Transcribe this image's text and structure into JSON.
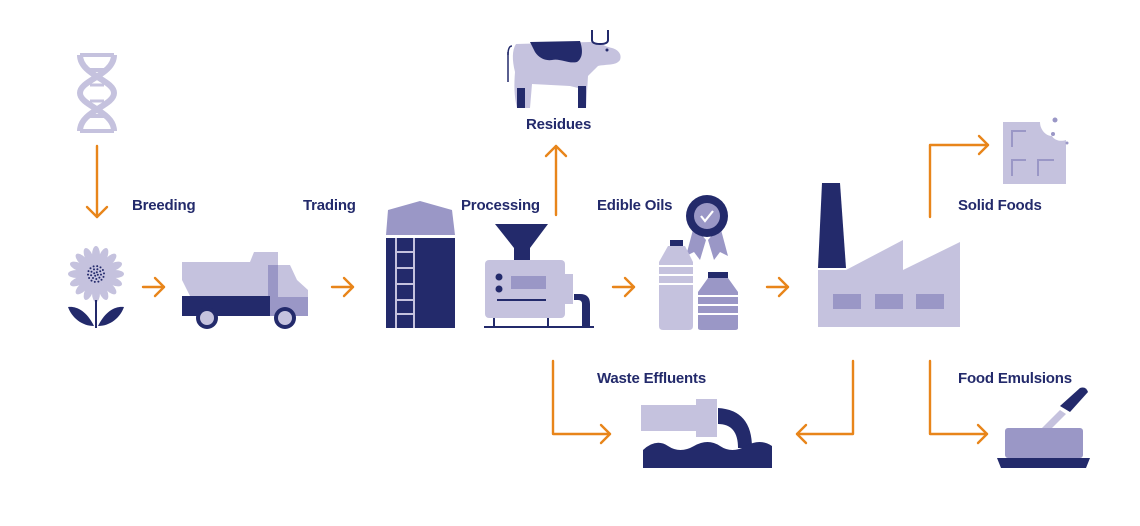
{
  "title": "Sunflower oil value chain",
  "colors": {
    "navy": "#232a6b",
    "lavender": "#c5c2de",
    "mid": "#9a97c6",
    "arrow": "#e8851a"
  },
  "stages": [
    {
      "id": "genetics",
      "icon": "dna-icon"
    },
    {
      "id": "sunflower",
      "icon": "sunflower-icon"
    },
    {
      "id": "truck",
      "icon": "truck-icon"
    },
    {
      "id": "silo",
      "icon": "silo-icon"
    },
    {
      "id": "press",
      "icon": "press-machine-icon"
    },
    {
      "id": "oils",
      "icon": "oil-bottles-icon"
    },
    {
      "id": "factory",
      "icon": "factory-icon"
    },
    {
      "id": "cow",
      "icon": "cow-icon"
    },
    {
      "id": "chocolate",
      "icon": "chocolate-bar-icon"
    },
    {
      "id": "effluent",
      "icon": "effluent-pipe-icon"
    },
    {
      "id": "butter",
      "icon": "butter-dish-icon"
    }
  ],
  "labels": {
    "breeding": "Breeding",
    "trading": "Trading",
    "processing": "Processing",
    "residues": "Residues",
    "edible_oils": "Edible Oils",
    "solid_foods": "Solid Foods",
    "waste_effluents": "Waste Effluents",
    "food_emulsions": "Food Emulsions"
  }
}
